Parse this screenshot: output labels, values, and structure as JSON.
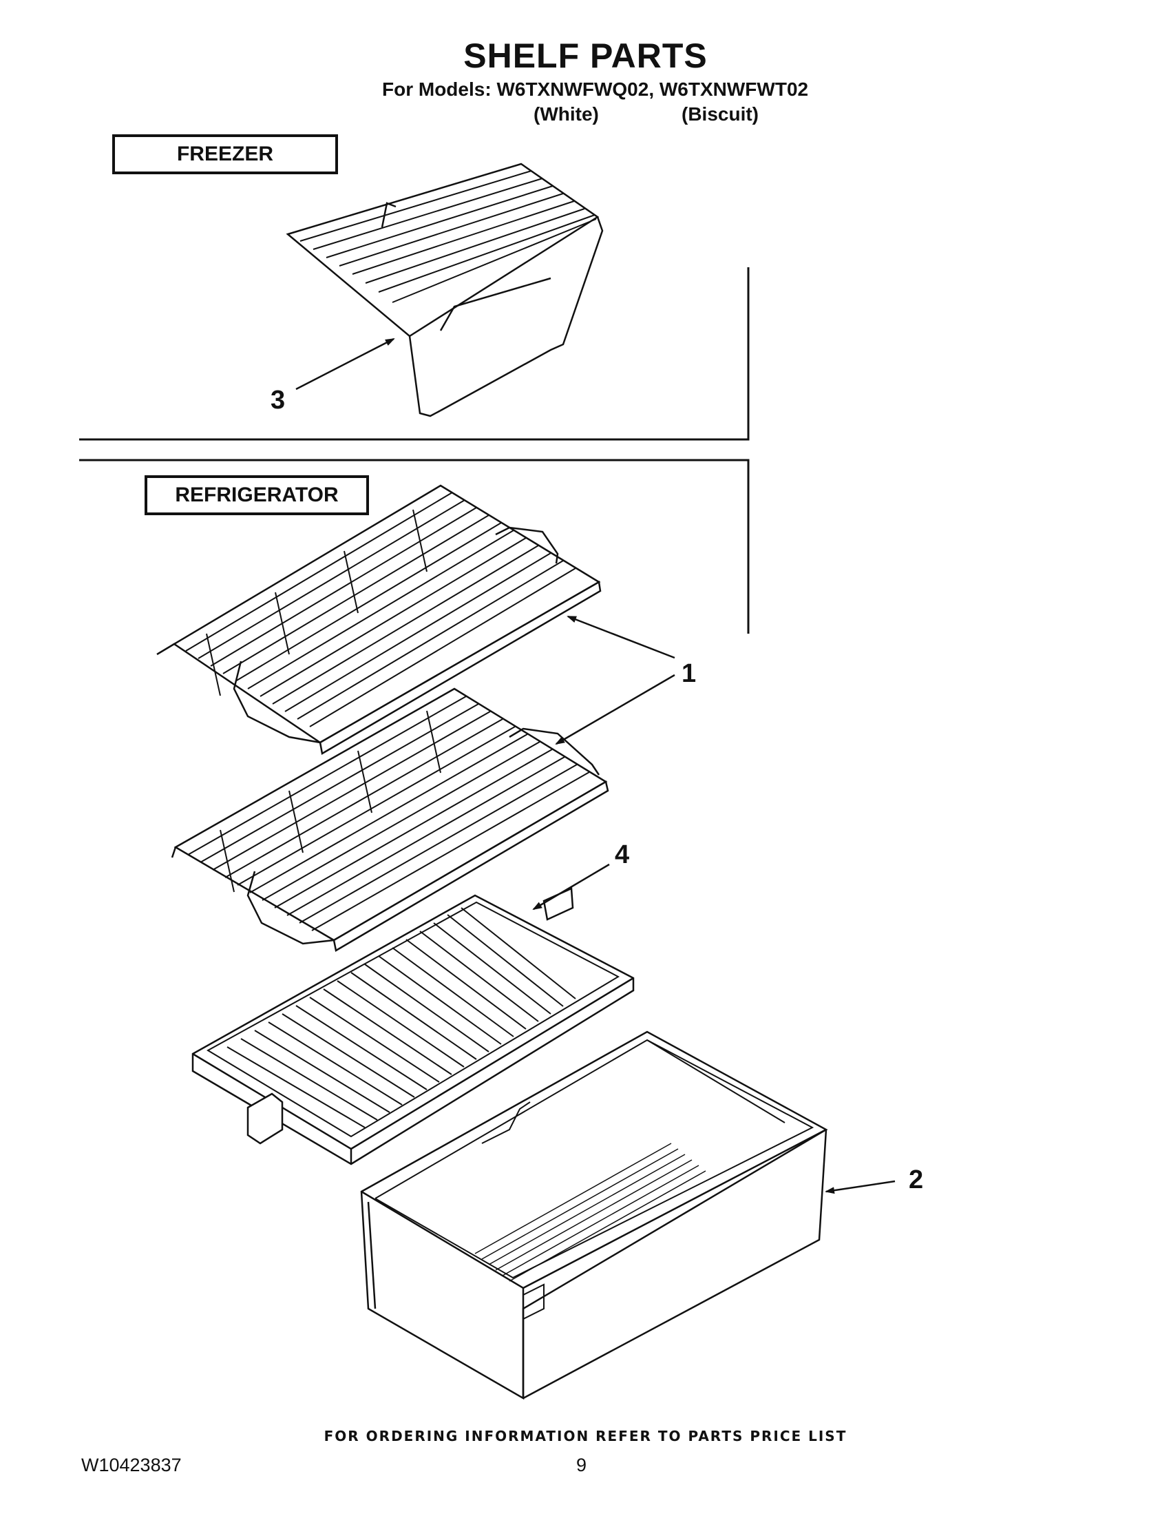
{
  "page": {
    "title": "SHELF PARTS",
    "models_line": "For Models: W6TXNWFWQ02, W6TXNWFWT02",
    "variant_1": "(White)",
    "variant_2": "(Biscuit)"
  },
  "sections": {
    "freezer": "FREEZER",
    "refrigerator": "REFRIGERATOR"
  },
  "callouts": {
    "part_1": "1",
    "part_2": "2",
    "part_3": "3",
    "part_4": "4"
  },
  "footer": {
    "ordering_note": "FOR ORDERING INFORMATION REFER TO PARTS PRICE LIST",
    "document_number": "W10423837",
    "page_number": "9"
  }
}
